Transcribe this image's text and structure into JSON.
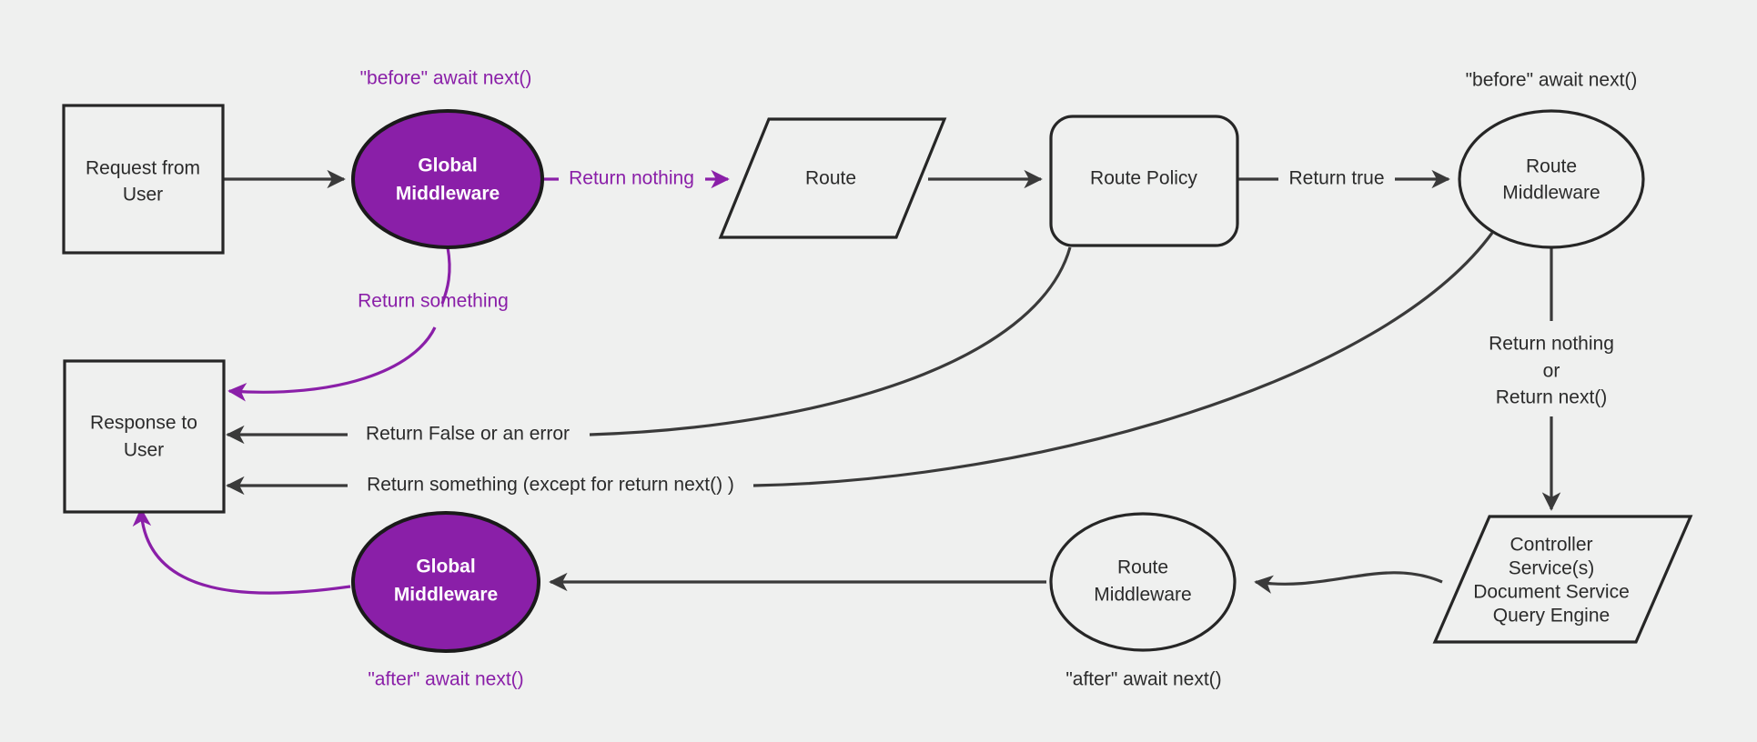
{
  "diagram": {
    "title": "Middleware request lifecycle flowchart",
    "background_color": "#eff0ef",
    "accent_color": "#8a1fa8",
    "line_color": "#3a3a3a",
    "text_color": "#2b2b2b",
    "nodes": {
      "request": {
        "line1": "Request from",
        "line2": "User",
        "shape": "rectangle"
      },
      "global_mw_top": {
        "line1": "Global",
        "line2": "Middleware",
        "shape": "ellipse",
        "fill": "#8a1fa8"
      },
      "route": {
        "line1": "Route",
        "shape": "parallelogram"
      },
      "route_policy": {
        "line1": "Route Policy",
        "shape": "rounded-rectangle"
      },
      "route_mw_top": {
        "line1": "Route",
        "line2": "Middleware",
        "shape": "ellipse"
      },
      "controller": {
        "line1": "Controller",
        "line2": "Service(s)",
        "line3": "Document Service",
        "line4": "Query Engine",
        "shape": "parallelogram"
      },
      "route_mw_bottom": {
        "line1": "Route",
        "line2": "Middleware",
        "shape": "ellipse"
      },
      "global_mw_bottom": {
        "line1": "Global",
        "line2": "Middleware",
        "shape": "ellipse",
        "fill": "#8a1fa8"
      },
      "response": {
        "line1": "Response to",
        "line2": "User",
        "shape": "rectangle"
      }
    },
    "annotations": {
      "before_top_left": "\"before\" await next()",
      "before_top_right": "\"before\" await next()",
      "after_bottom_left": "\"after\" await next()",
      "after_bottom_right": "\"after\" await next()"
    },
    "edge_labels": {
      "return_nothing": "Return nothing",
      "return_something": "Return something",
      "return_true": "Return true",
      "return_false_or_error": "Return False or an error",
      "return_something_except": "Return something (except for return next() )",
      "return_nothing_or_next_l1": "Return nothing",
      "return_nothing_or_next_l2": "or",
      "return_nothing_or_next_l3": "Return next()"
    }
  }
}
